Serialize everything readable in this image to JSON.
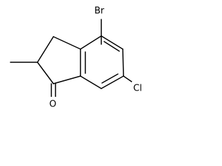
{
  "molecule": {
    "atom_labels": {
      "bromine": "Br",
      "chlorine": "Cl",
      "oxygen": "O"
    }
  }
}
